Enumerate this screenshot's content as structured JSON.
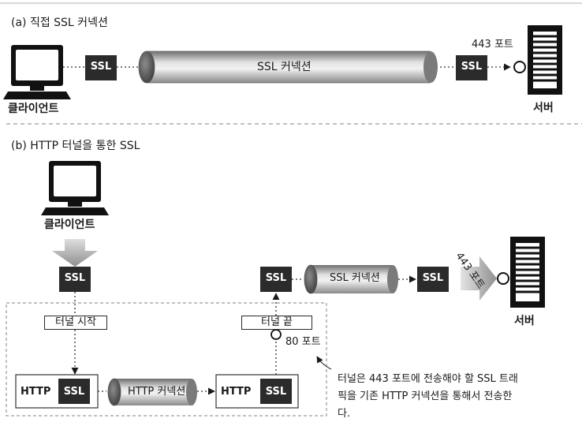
{
  "section_a": {
    "title": "(a) 직접 SSL 커넥션",
    "client_label": "클라이언트",
    "ssl_left": "SSL",
    "tunnel_label": "SSL 커넥션",
    "ssl_right": "SSL",
    "port_label": "443 포트",
    "server_label": "서버"
  },
  "section_b": {
    "title": "(b) HTTP 터널을 통한 SSL",
    "client_label": "클라이언트",
    "ssl_client": "SSL",
    "tunnel_start": "터널 시작",
    "http_left": "HTTP",
    "ssl_left": "SSL",
    "http_conn_label": "HTTP 커넥션",
    "http_right": "HTTP",
    "ssl_right": "SSL",
    "port_80": "80 포트",
    "tunnel_end": "터널 끝",
    "ssl_up": "SSL",
    "ssl_conn_label": "SSL 커넥션",
    "ssl_server": "SSL",
    "port_443": "443 포트",
    "server_label": "서버",
    "note": "터널은 443 포트에 전송해야 할 SSL 트래픽을 기존 HTTP 커넥션을 통해서 전송한다."
  }
}
